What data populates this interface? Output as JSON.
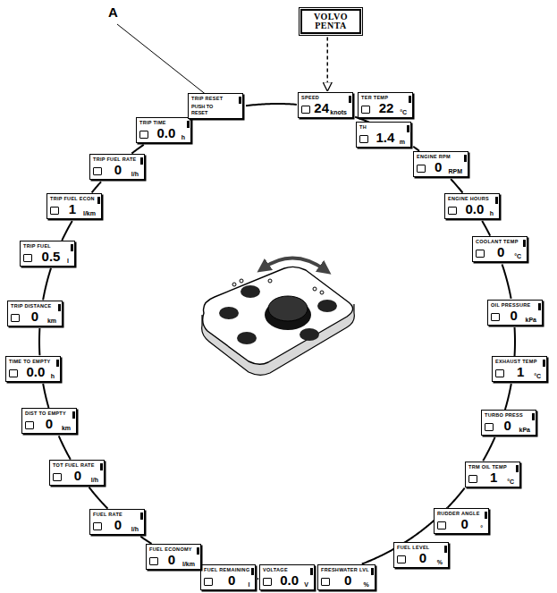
{
  "diagram": {
    "nodes": [
      {
        "text": [
          "VOLVO PENTA"
        ]
      },
      {
        "text": [
          "SPEED",
          "24",
          "knots"
        ]
      },
      {
        "text": [
          "TER TEMP",
          "22",
          "°C"
        ]
      },
      {
        "text": [
          "TH",
          "1.4",
          "m"
        ]
      },
      {
        "text": [
          "ENGINE RPM",
          "0",
          "RPM"
        ]
      },
      {
        "text": [
          "ENGINE HOURS",
          "0.0",
          "h"
        ]
      },
      {
        "text": [
          "COOLANT TEMP",
          "0",
          "°C"
        ]
      },
      {
        "text": [
          "OIL PRESSURE",
          "0",
          "kPa"
        ]
      },
      {
        "text": [
          "EXHAUST TEMP",
          "1",
          "°C"
        ]
      },
      {
        "text": [
          "TURBO PRESS",
          "0",
          "kPa"
        ]
      },
      {
        "text": [
          "TRM OIL TEMP",
          "1",
          "°C"
        ]
      },
      {
        "text": [
          "RUDDER ANGLE",
          "0",
          "°"
        ]
      },
      {
        "text": [
          "FUEL LEVEL",
          "0",
          "%"
        ]
      },
      {
        "text": [
          "FRESHWATER LVL",
          "0",
          "%"
        ]
      },
      {
        "text": [
          "VOLTAGE",
          "0.0",
          "V"
        ]
      },
      {
        "text": [
          "FUEL REMAINING",
          "0",
          "l"
        ]
      },
      {
        "text": [
          "FUEL ECONOMY",
          "0",
          "l/km"
        ]
      },
      {
        "text": [
          "FUEL RATE",
          "0",
          "l/h"
        ]
      },
      {
        "text": [
          "TOT FUEL RATE",
          "0",
          "l/h"
        ]
      },
      {
        "text": [
          "DIST TO EMPTY",
          "0",
          "km"
        ]
      },
      {
        "text": [
          "TIME TO EMPTY",
          "0.0",
          "h"
        ]
      },
      {
        "text": [
          "TRIP DISTANCE",
          "0",
          "km"
        ]
      },
      {
        "text": [
          "TRIP FUEL",
          "0.5",
          "l"
        ]
      },
      {
        "text": [
          "TRIP FUEL ECON",
          "1",
          "l/km"
        ]
      },
      {
        "text": [
          "TRIP FUEL RATE",
          "0",
          "l/h"
        ]
      },
      {
        "text": [
          "TRIP TIME",
          "0.0",
          "h"
        ]
      },
      {
        "text": [
          "TRIP RESET",
          "PUSH TO RESET"
        ]
      }
    ],
    "edges": [
      {
        "from": 0,
        "to": 1,
        "arrow": "to"
      },
      {
        "from": 1,
        "to": 2,
        "arrow": "none"
      },
      {
        "from": 2,
        "to": 3,
        "arrow": "none"
      },
      {
        "from": 3,
        "to": 4,
        "arrow": "none"
      },
      {
        "from": 4,
        "to": 5,
        "arrow": "none"
      },
      {
        "from": 5,
        "to": 6,
        "arrow": "none"
      },
      {
        "from": 6,
        "to": 7,
        "arrow": "none"
      },
      {
        "from": 7,
        "to": 8,
        "arrow": "none"
      },
      {
        "from": 8,
        "to": 9,
        "arrow": "none"
      },
      {
        "from": 9,
        "to": 10,
        "arrow": "none"
      },
      {
        "from": 10,
        "to": 11,
        "arrow": "none"
      },
      {
        "from": 11,
        "to": 12,
        "arrow": "none"
      },
      {
        "from": 12,
        "to": 13,
        "arrow": "none"
      },
      {
        "from": 13,
        "to": 14,
        "arrow": "none"
      },
      {
        "from": 14,
        "to": 15,
        "arrow": "none"
      },
      {
        "from": 15,
        "to": 16,
        "arrow": "none"
      },
      {
        "from": 16,
        "to": 17,
        "arrow": "none"
      },
      {
        "from": 17,
        "to": 18,
        "arrow": "none"
      },
      {
        "from": 18,
        "to": 19,
        "arrow": "none"
      },
      {
        "from": 19,
        "to": 20,
        "arrow": "none"
      },
      {
        "from": 20,
        "to": 21,
        "arrow": "none"
      },
      {
        "from": 21,
        "to": 22,
        "arrow": "none"
      },
      {
        "from": 22,
        "to": 23,
        "arrow": "none"
      },
      {
        "from": 23,
        "to": 24,
        "arrow": "none"
      },
      {
        "from": 24,
        "to": 25,
        "arrow": "none"
      },
      {
        "from": 25,
        "to": 26,
        "arrow": "none"
      },
      {
        "from": 26,
        "to": 1,
        "arrow": "none"
      }
    ],
    "labels": [
      "A"
    ]
  }
}
